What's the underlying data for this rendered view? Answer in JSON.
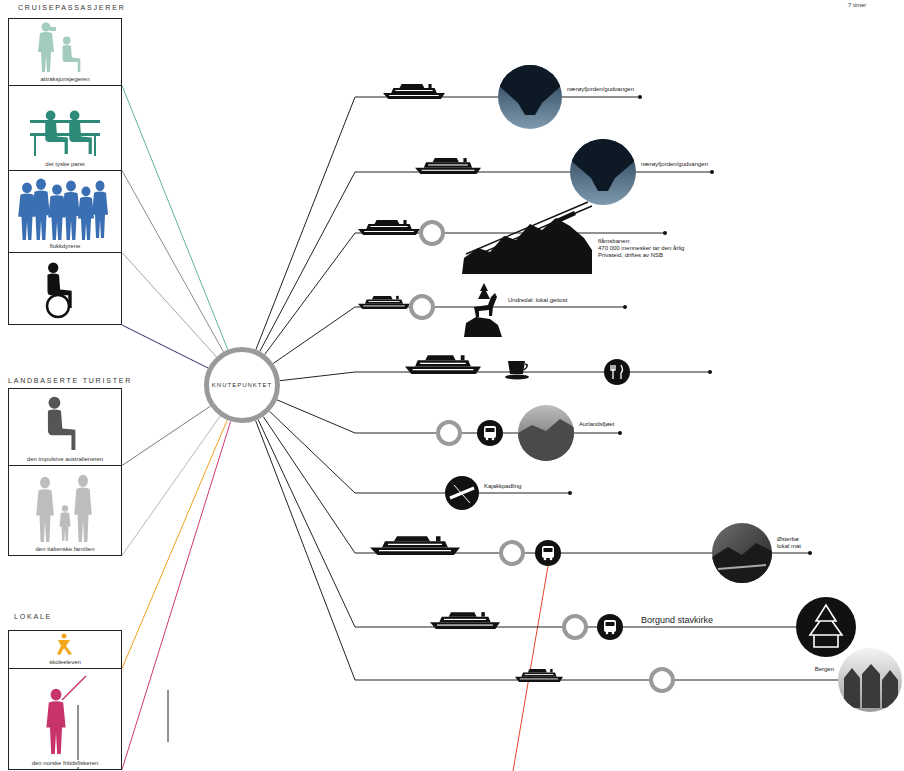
{
  "diagram": {
    "nodes": [
      {
        "text": [
          "attraksjonsjegeren"
        ]
      },
      {
        "text": [
          "det tyske paret"
        ]
      },
      {
        "text": [
          "flokkdyrene"
        ]
      },
      {
        "text": [
          "den impulsive australieneren"
        ]
      },
      {
        "text": [
          "den italienske familien"
        ]
      },
      {
        "text": [
          "skoleeleven"
        ]
      },
      {
        "text": [
          "den norske fritidsfiskeren"
        ]
      },
      {
        "text": [
          "KNUTEPUNKTET"
        ]
      },
      {
        "text": [
          "nærøyfjorden/gudvangen"
        ]
      },
      {
        "text": [
          "nærøyfjorden/gudvangen"
        ]
      },
      {
        "text": [
          "flåmsbanen:",
          "470 000 mennesker tar den årlig",
          "Privateid, driftes av NSB"
        ]
      },
      {
        "text": [
          "Undredal: lokal geitost"
        ]
      },
      {
        "text": [
          "Aurlandsfjøet"
        ]
      },
      {
        "text": [
          "Kajakkpadling"
        ]
      },
      {
        "text": [
          "Østerbø lokal mat"
        ]
      },
      {
        "text": [
          "Borgund stavkirke"
        ]
      },
      {
        "text": [
          "Bergen"
        ]
      }
    ],
    "edges": [
      {
        "from": 0,
        "to": 7,
        "arrow": "none"
      },
      {
        "from": 1,
        "to": 7,
        "arrow": "none"
      },
      {
        "from": 2,
        "to": 7,
        "arrow": "none"
      },
      {
        "from": 3,
        "to": 7,
        "arrow": "none"
      },
      {
        "from": 4,
        "to": 7,
        "arrow": "none"
      },
      {
        "from": 5,
        "to": 7,
        "arrow": "none"
      },
      {
        "from": 6,
        "to": 7,
        "arrow": "none"
      },
      {
        "from": 7,
        "to": 8,
        "arrow": "none"
      },
      {
        "from": 7,
        "to": 9,
        "arrow": "none"
      },
      {
        "from": 7,
        "to": 10,
        "arrow": "none"
      },
      {
        "from": 7,
        "to": 11,
        "arrow": "none"
      },
      {
        "from": 7,
        "to": 12,
        "arrow": "none"
      },
      {
        "from": 7,
        "to": 13,
        "arrow": "none"
      },
      {
        "from": 7,
        "to": 14,
        "arrow": "none"
      },
      {
        "from": 7,
        "to": 15,
        "arrow": "none"
      },
      {
        "from": 7,
        "to": 16,
        "arrow": "none"
      }
    ],
    "labels": [
      "CRUISEPASSASJERER",
      "7 timer",
      "LANDBASERTE TURISTER",
      "LOKALE"
    ]
  }
}
